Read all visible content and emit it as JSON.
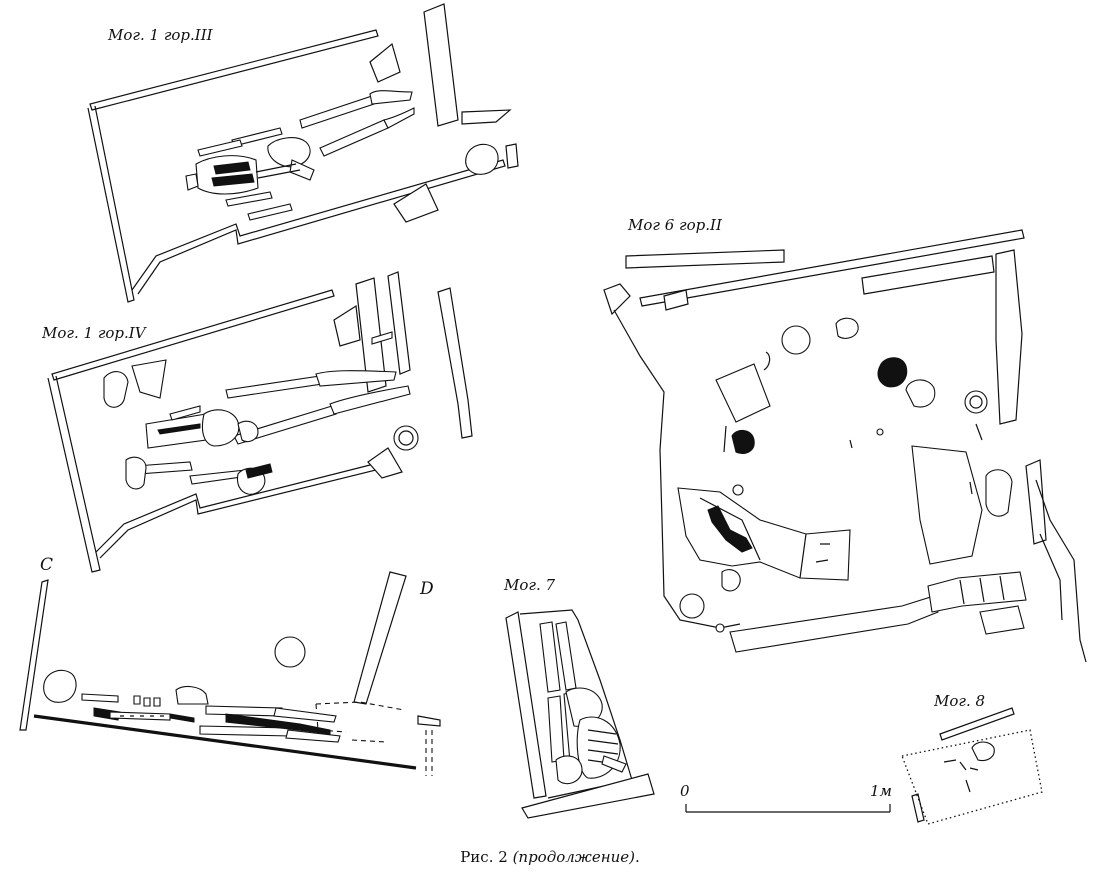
{
  "figure": {
    "labels": {
      "grave1_hor3": "Мог. 1  гор.III",
      "grave1_hor4": "Мог. 1  гор.IV",
      "grave6_hor2": "Мог 6  гор.II",
      "grave7": "Мог. 7",
      "grave8": "Мог. 8",
      "section_c": "C",
      "section_d": "D"
    },
    "scale": {
      "zero": "0",
      "one": "1м"
    },
    "caption": {
      "prefix": "Рис. 2 ",
      "note": "(продолжение)",
      "suffix": "."
    }
  }
}
